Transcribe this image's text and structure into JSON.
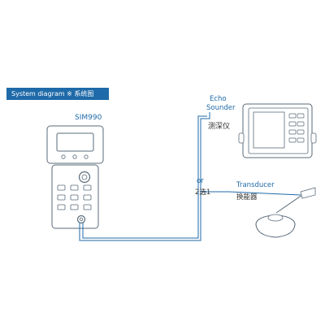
{
  "title": "System diagram ※ 系统图",
  "device": {
    "name": "SIM990"
  },
  "echo_sounder": {
    "label_line1": "Echo",
    "label_line2": "Sounder",
    "label_cn": "测深仪"
  },
  "choice": {
    "label": "or",
    "label_cn": "2选1"
  },
  "transducer": {
    "label": "Transducer",
    "label_cn": "换能器"
  },
  "colors": {
    "accent": "#1f6aa8",
    "line": "#1f6aa8",
    "outline": "#5a6b7a"
  }
}
